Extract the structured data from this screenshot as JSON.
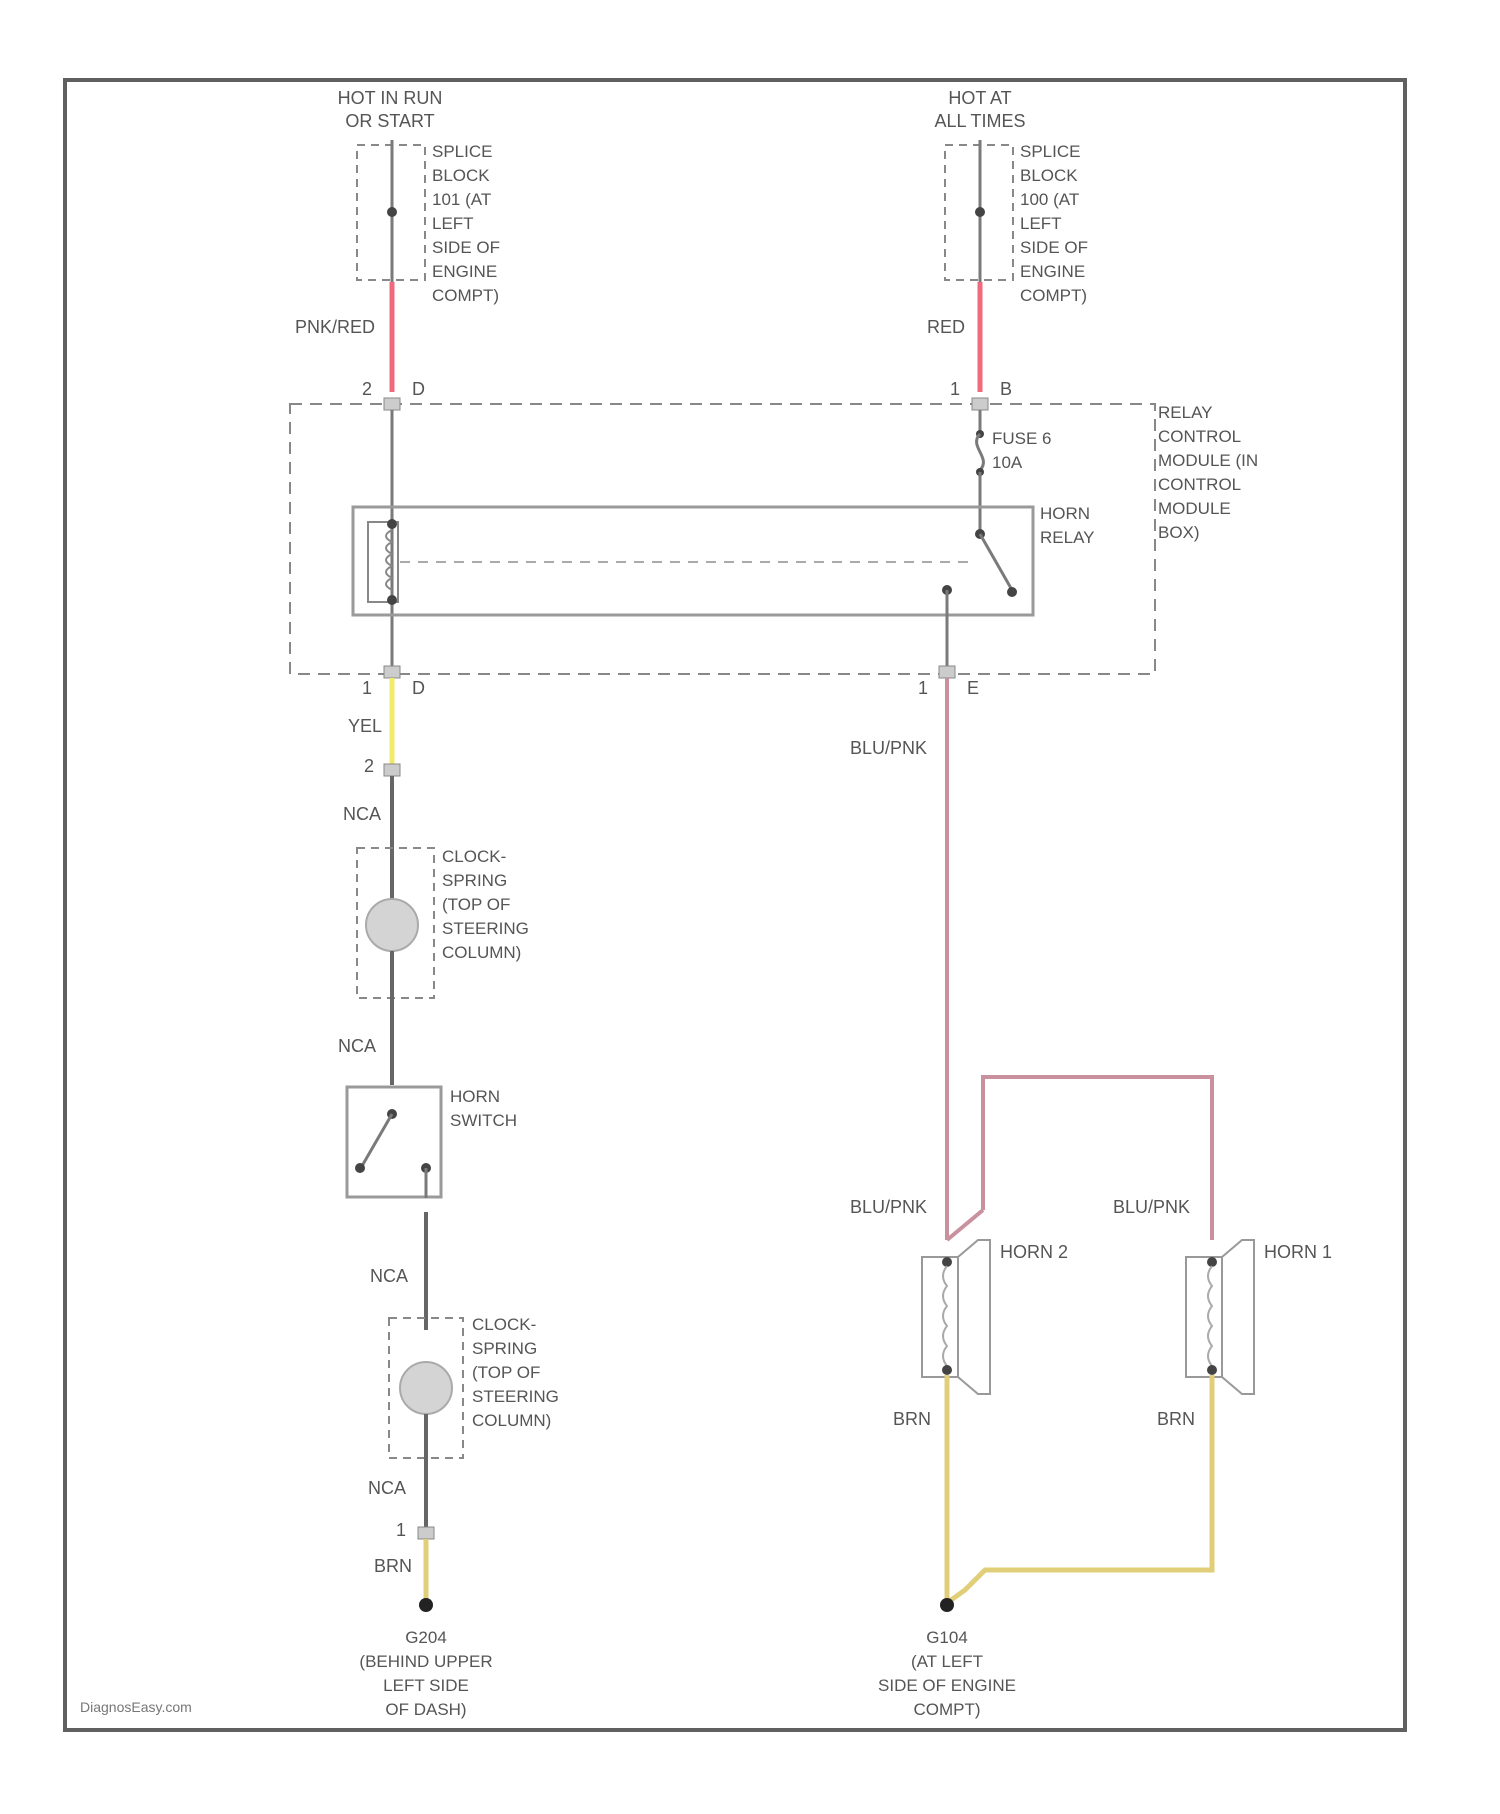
{
  "power": {
    "left": {
      "line1": "HOT IN RUN",
      "line2": "OR START"
    },
    "right": {
      "line1": "HOT AT",
      "line2": "ALL TIMES"
    }
  },
  "splice_left": [
    "SPLICE",
    "BLOCK",
    "101 (AT",
    "LEFT",
    "SIDE OF",
    "ENGINE",
    "COMPT)"
  ],
  "splice_right": [
    "SPLICE",
    "BLOCK",
    "100 (AT",
    "LEFT",
    "SIDE OF",
    "ENGINE",
    "COMPT)"
  ],
  "wires": {
    "pnk_red": "PNK/RED",
    "red": "RED",
    "yel": "YEL",
    "blu_pnk_main": "BLU/PNK",
    "blu_pnk_horn2": "BLU/PNK",
    "blu_pnk_horn1": "BLU/PNK",
    "nca_1": "NCA",
    "nca_2": "NCA",
    "nca_3": "NCA",
    "nca_4": "NCA",
    "brn_left": "BRN",
    "brn_horn2": "BRN",
    "brn_horn1": "BRN"
  },
  "pins": {
    "top_left_num": "2",
    "top_left_letter": "D",
    "top_right_num": "1",
    "top_right_letter": "B",
    "bot_left_num": "1",
    "bot_left_letter": "D",
    "bot_right_num": "1",
    "bot_right_letter": "E",
    "yel_conn": "2",
    "ground_conn": "1"
  },
  "fuse": {
    "line1": "FUSE 6",
    "line2": "10A"
  },
  "relay_module": [
    "RELAY",
    "CONTROL",
    "MODULE (IN",
    "CONTROL",
    "MODULE",
    "BOX)"
  ],
  "horn_relay": [
    "HORN",
    "RELAY"
  ],
  "clockspring_1": [
    "CLOCK-",
    "SPRING",
    "(TOP OF",
    "STEERING",
    "COLUMN)"
  ],
  "clockspring_2": [
    "CLOCK-",
    "SPRING",
    "(TOP OF",
    "STEERING",
    "COLUMN)"
  ],
  "horn_switch": [
    "HORN",
    "SWITCH"
  ],
  "horn2": "HORN 2",
  "horn1": "HORN 1",
  "ground_left": [
    "G204",
    "(BEHIND UPPER",
    "LEFT SIDE",
    "OF DASH)"
  ],
  "ground_right": [
    "G104",
    "(AT LEFT",
    "SIDE OF ENGINE",
    "COMPT)"
  ],
  "watermark": "DiagnosEasy.com",
  "colors": {
    "frame": "#606060",
    "wire_default": "#7a7a7a",
    "wire_pnk_red": "#f06a7e",
    "wire_red": "#f06a7e",
    "wire_yel": "#f2ea6a",
    "wire_blu_pnk": "#c9909e",
    "wire_brn": "#e0cf78"
  }
}
